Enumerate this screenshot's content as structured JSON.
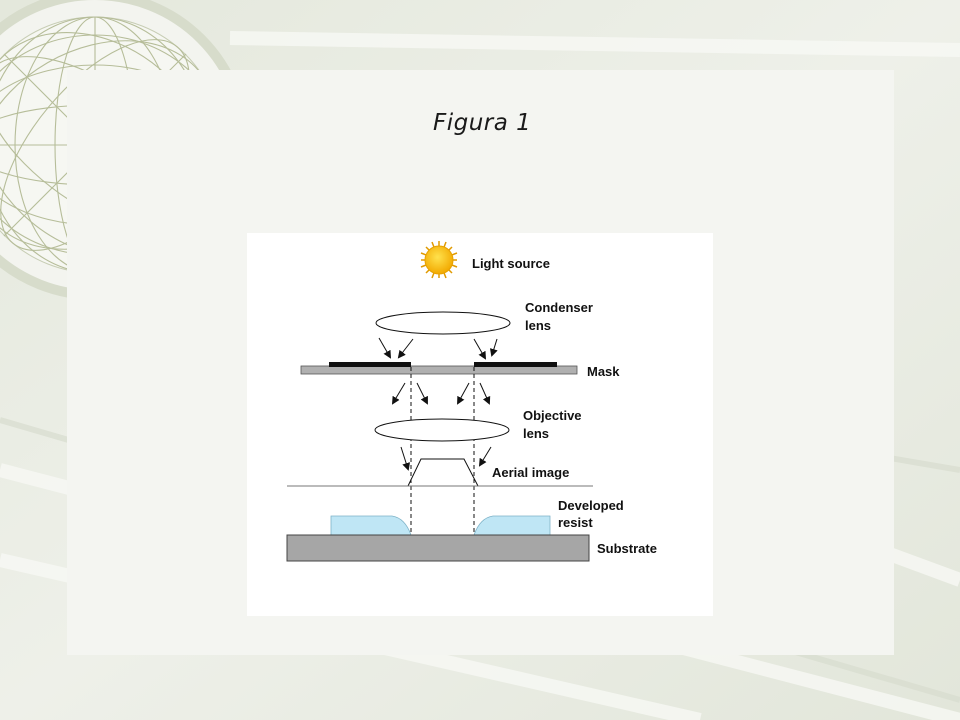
{
  "slide": {
    "title": "Figura 1"
  },
  "diagram": {
    "labels": {
      "light_source": "Light source",
      "condenser_1": "Condenser",
      "condenser_2": "lens",
      "mask": "Mask",
      "objective_1": "Objective",
      "objective_2": "lens",
      "aerial_image": "Aerial image",
      "developed_1": "Developed",
      "developed_2": "resist",
      "substrate": "Substrate"
    },
    "colors": {
      "sun": "#f5b800",
      "resist": "#bfe6f5",
      "substrate": "#a6a6a6",
      "mask_bar": "#b0b0b0",
      "chrome": "#111111"
    }
  }
}
